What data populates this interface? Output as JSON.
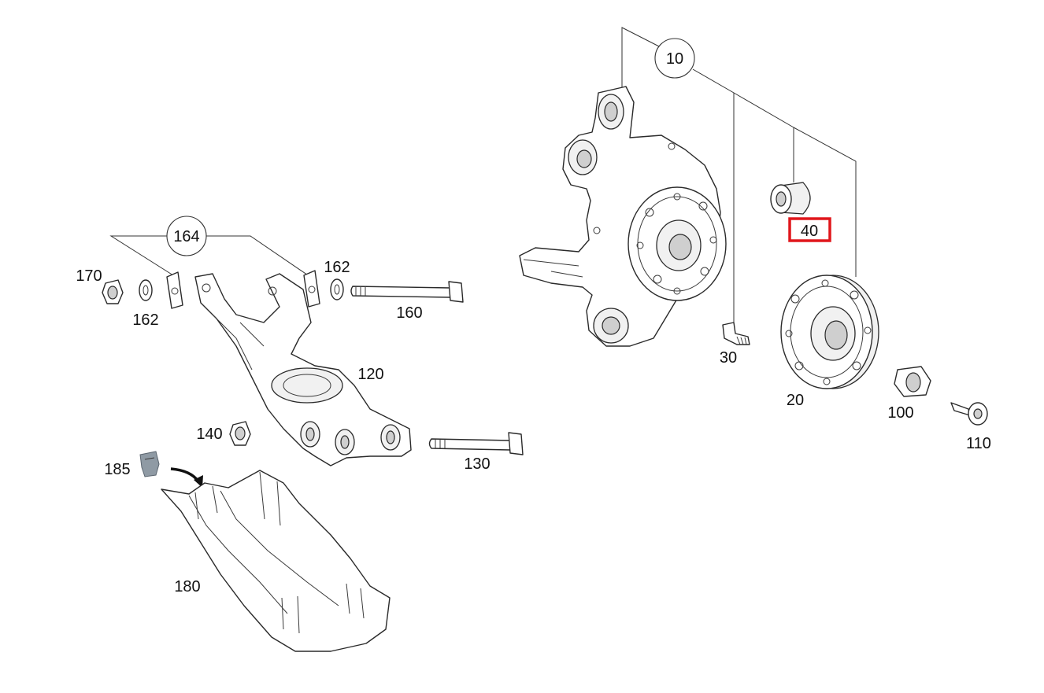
{
  "diagram": {
    "highlight_color": "#e0161b",
    "highlighted_part": "40",
    "labels": {
      "p10": "10",
      "p20": "20",
      "p30": "30",
      "p40": "40",
      "p100": "100",
      "p110": "110",
      "p120": "120",
      "p130": "130",
      "p140": "140",
      "p160": "160",
      "p162a": "162",
      "p162b": "162",
      "p164": "164",
      "p170": "170",
      "p180": "180",
      "p185": "185"
    }
  }
}
